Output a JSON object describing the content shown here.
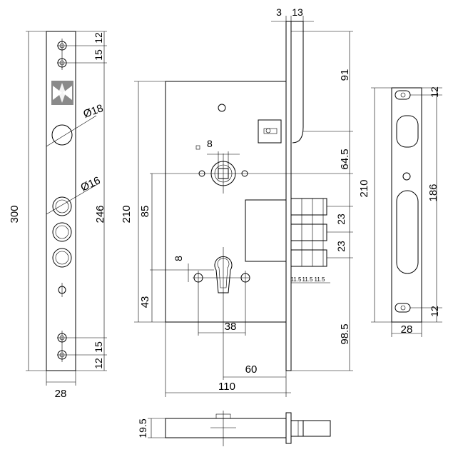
{
  "drawing": {
    "front_plate": {
      "dims": {
        "d12_top": "12",
        "d15_top": "15",
        "dia18": "Ø18",
        "dia16": "Ø16",
        "d246": "246",
        "d300": "300",
        "d12_bot": "12",
        "d15_bot": "15",
        "d28": "28"
      }
    },
    "lock_body": {
      "dims": {
        "d3": "3",
        "d13": "13",
        "d91": "91",
        "d64_5": "64.5",
        "d23_a": "23",
        "d23_b": "23",
        "d11_5_a": "11.5",
        "d11_5_b": "11.5",
        "d11_5_c": "11.5",
        "d98_5": "98.5",
        "d210": "210",
        "d85": "85",
        "d43": "43",
        "sq8": "8",
        "d8": "8",
        "d38": "38",
        "d60": "60",
        "d110": "110"
      }
    },
    "strike_plate": {
      "dims": {
        "d12_top": "12",
        "d210": "210",
        "d186": "186",
        "d12_bot": "12",
        "d28": "28"
      }
    },
    "bottom_view": {
      "dims": {
        "d19_5": "19.5"
      }
    },
    "logo": {
      "color": "#8a8a8a"
    }
  }
}
